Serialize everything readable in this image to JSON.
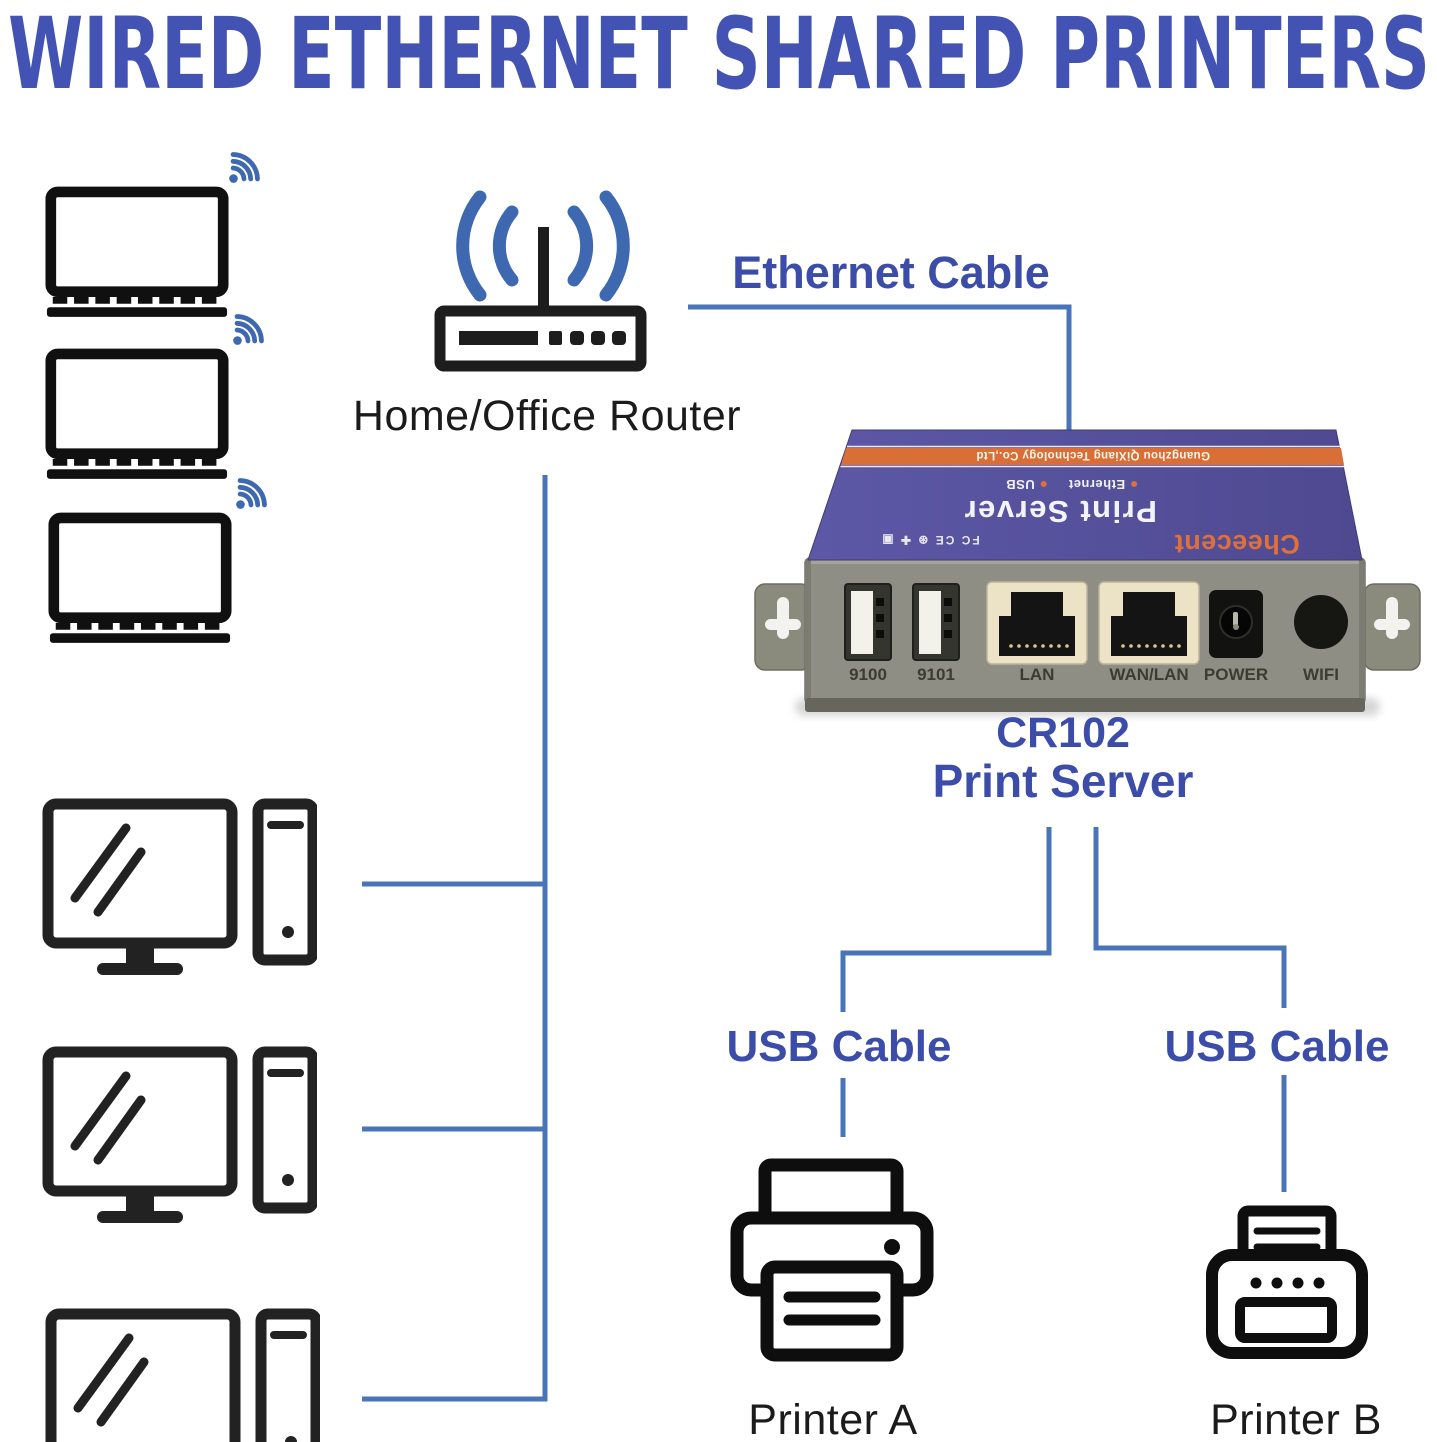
{
  "title": "WIRED ETHERNET SHARED PRINTERS",
  "colors": {
    "title_blue": "#4353b3",
    "label_blue": "#3b4da8",
    "line_blue": "#4a74b8",
    "wifi_blue": "#3e68b0",
    "icon_black": "#141414",
    "server_purple": "#56519b",
    "server_orange": "#dd6e35",
    "server_gray": "#8e8e85"
  },
  "icons": [
    "wifi-icon",
    "laptop-icon",
    "router-icon",
    "desktop-icon",
    "printer-icon"
  ],
  "router": {
    "label": "Home/Office Router"
  },
  "cables": {
    "ethernet_label": "Ethernet Cable",
    "usb_left_label": "USB Cable",
    "usb_right_label": "USB Cable"
  },
  "print_server": {
    "model": "CR102",
    "name": "Print Server",
    "top": {
      "banner": "Guangzhou QiXiang Technology Co.,Ltd",
      "product": "Print Server",
      "dot": "●",
      "legend_ethernet": "Ethernet",
      "legend_usb": "USB",
      "brand": "Cheecent",
      "cert_marks": "FC CE ⊛ ✚ ▣"
    },
    "front_labels": [
      "9100",
      "9101",
      "LAN",
      "WAN/LAN",
      "POWER",
      "WIFI"
    ]
  },
  "printers": {
    "a": "Printer A",
    "b": "Printer B"
  }
}
